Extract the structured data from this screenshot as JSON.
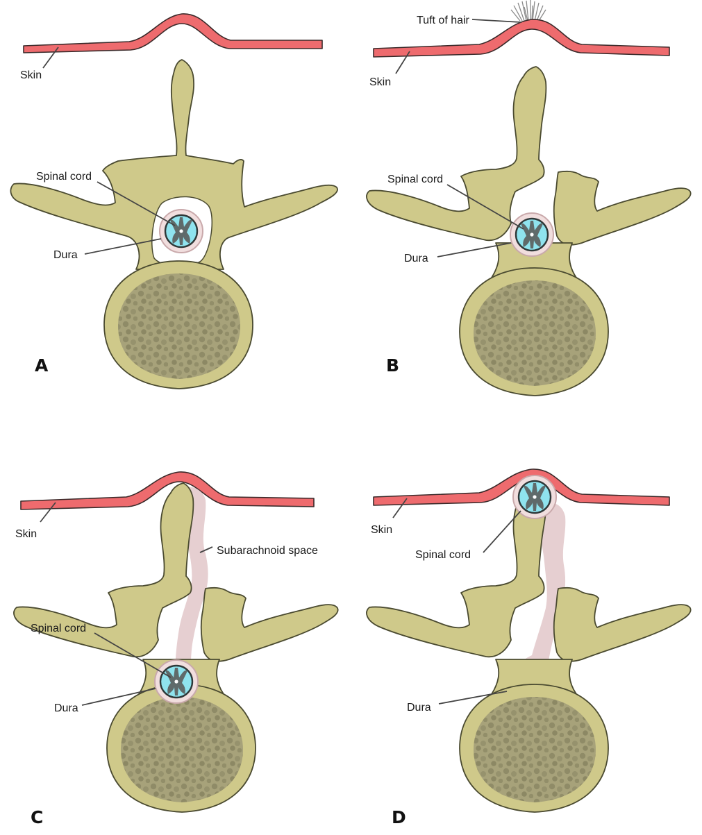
{
  "panels": [
    {
      "letter": "A",
      "labels": {
        "skin": "Skin",
        "spinal_cord": "Spinal cord",
        "dura": "Dura"
      }
    },
    {
      "letter": "B",
      "labels": {
        "tuft": "Tuft of hair",
        "skin": "Skin",
        "spinal_cord": "Spinal cord",
        "dura": "Dura"
      }
    },
    {
      "letter": "C",
      "labels": {
        "skin": "Skin",
        "subarachnoid": "Subarachnoid space",
        "spinal_cord": "Spinal cord",
        "dura": "Dura"
      }
    },
    {
      "letter": "D",
      "labels": {
        "skin": "Skin",
        "spinal_cord": "Spinal cord",
        "dura": "Dura"
      }
    }
  ],
  "colors": {
    "skin": "#ee6b6e",
    "bone": "#cfc98a",
    "vertebral_body": "#a7a27a",
    "cord": "#8fe3ee",
    "grey_matter": "#5f6a6a",
    "dura": "#e7c9cb",
    "subarachnoid": "#e6cfd1",
    "hair": "#8a8a8a"
  }
}
